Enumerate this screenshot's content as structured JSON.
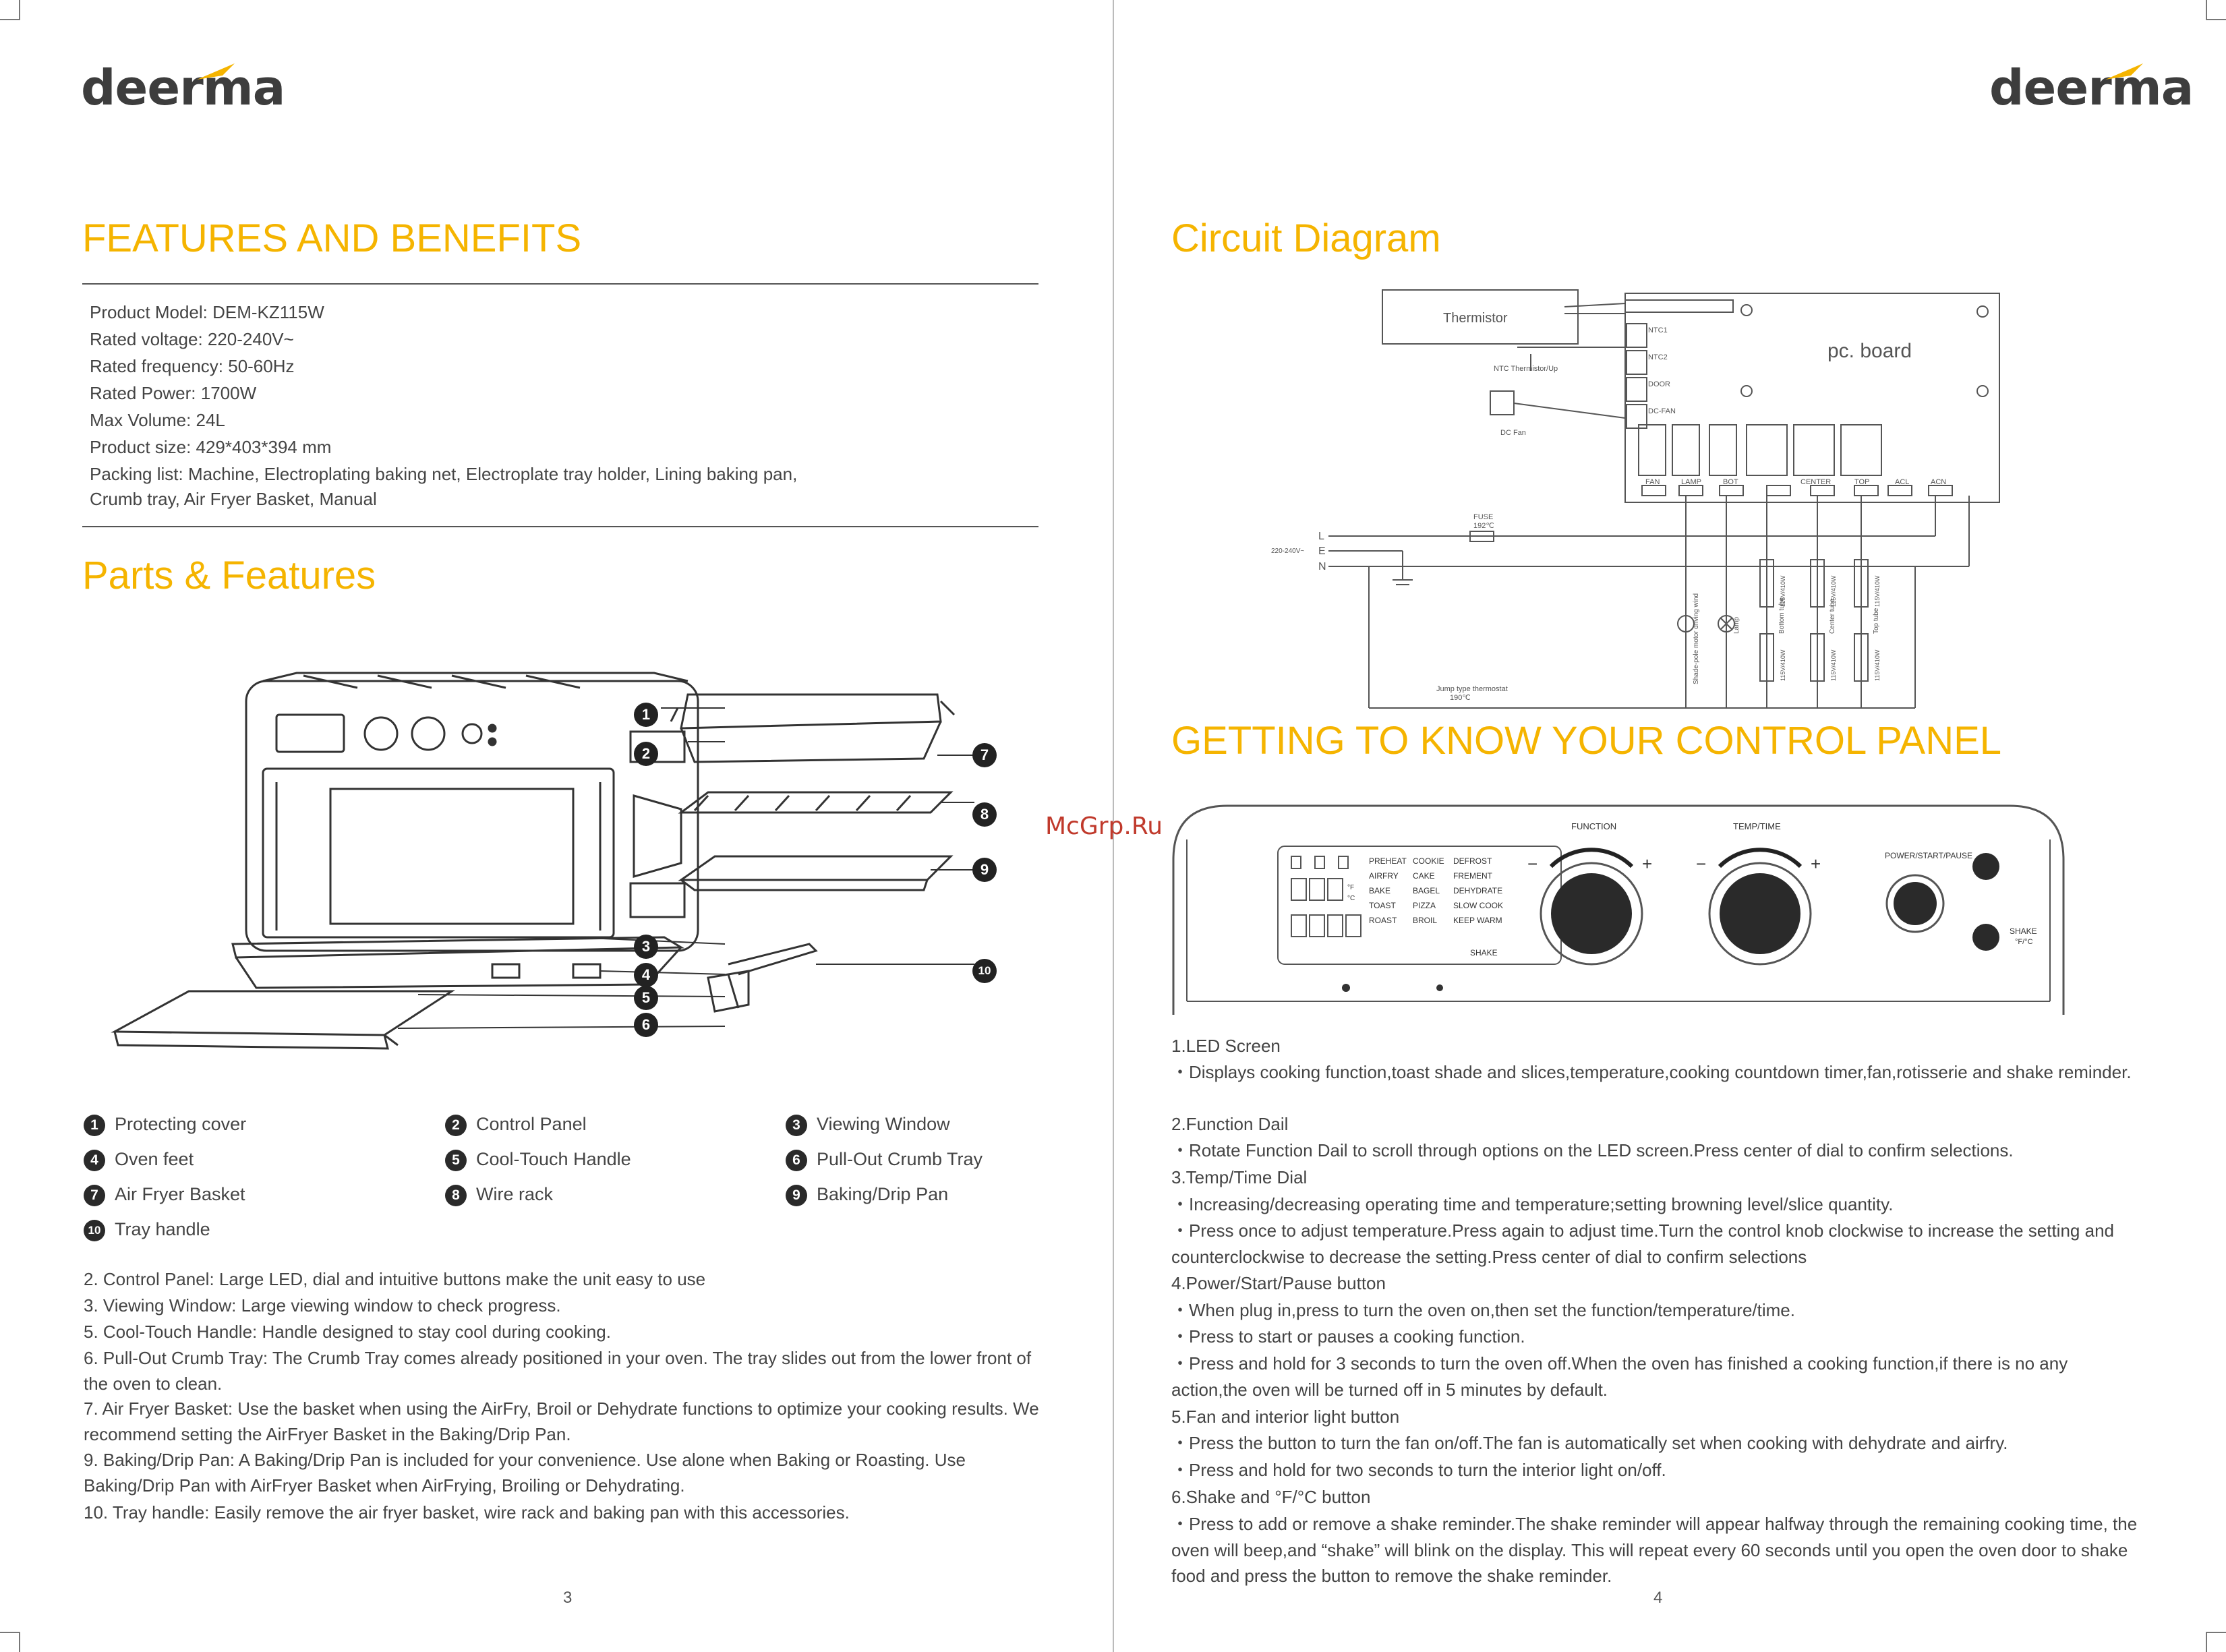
{
  "brand": {
    "logo_left": "deerma",
    "logo_right": "deerma"
  },
  "watermark": "McGrp.Ru",
  "left": {
    "title": "FEATURES AND BENEFITS",
    "specs": [
      "Product Model: DEM-KZ115W",
      "Rated voltage: 220-240V~",
      "Rated frequency: 50-60Hz",
      "Rated Power: 1700W",
      "Max Volume:   24L",
      "Product size:   429*403*394 mm",
      "Packing list: Machine, Electroplating baking net, Electroplate tray holder, Lining baking pan,",
      "Crumb tray, Air Fryer Basket, Manual"
    ],
    "parts_title": "Parts & Features",
    "legend": [
      {
        "n": "1",
        "label": "Protecting cover"
      },
      {
        "n": "2",
        "label": "Control Panel"
      },
      {
        "n": "3",
        "label": "Viewing Window"
      },
      {
        "n": "4",
        "label": "Oven feet"
      },
      {
        "n": "5",
        "label": "Cool-Touch Handle"
      },
      {
        "n": "6",
        "label": "Pull-Out Crumb Tray"
      },
      {
        "n": "7",
        "label": "Air Fryer Basket"
      },
      {
        "n": "8",
        "label": "Wire rack"
      },
      {
        "n": "9",
        "label": "Baking/Drip Pan"
      },
      {
        "n": "10",
        "label": "Tray handle"
      }
    ],
    "descriptions": [
      "2. Control Panel: Large LED, dial and intuitive buttons make the unit easy to use",
      "3. Viewing Window: Large viewing window to check progress.",
      "5. Cool-Touch Handle: Handle designed to stay cool during cooking.",
      "6. Pull-Out Crumb Tray: The Crumb Tray comes already positioned in your oven. The tray slides out from the lower front of the oven to clean.",
      "7. Air Fryer Basket: Use the basket when using the AirFry, Broil or Dehydrate functions to optimize your cooking results. We recommend setting the AirFryer Basket in the Baking/Drip Pan.",
      "9. Baking/Drip Pan: A Baking/Drip Pan is included for your convenience. Use alone when Baking or Roasting. Use Baking/Drip Pan with AirFryer Basket when AirFrying, Broiling or Dehydrating.",
      "10. Tray handle: Easily remove the air fryer basket, wire rack and baking pan with this accessories."
    ],
    "page_number": "3"
  },
  "right": {
    "circuit_title": "Circuit Diagram",
    "circuit": {
      "thermistor": "Thermistor",
      "pc_board": "pc. board",
      "ntc1": "NTC1",
      "ntc2": "NTC2",
      "door": "DOOR",
      "dcfan": "DC-FAN",
      "ntc_up": "NTC Thermistor/Up",
      "dc_fan": "DC Fan",
      "terminals": [
        "FAN",
        "LAMP",
        "BOT",
        "CENTER",
        "TOP",
        "ACL",
        "ACN"
      ],
      "fuse": "FUSE",
      "fuse_temp": "192℃",
      "line_l": "L",
      "line_e": "E",
      "line_n": "N",
      "supply": "220-240V~",
      "thermostat": "Jump type thermostat",
      "thermostat_temp": "190℃",
      "motor": "Shade-pole motor driving wind",
      "lamp": "Lamp",
      "heater_bottom": "Bottom tube",
      "heater_center": "Center tube",
      "heater_top": "Top tube",
      "heater_rating": "115V/410W"
    },
    "panel_title": "GETTING TO KNOW YOUR CONTROL PANEL",
    "panel": {
      "function": "FUNCTION",
      "temp_time": "TEMP/TIME",
      "power": "POWER/START/PAUSE",
      "shake_btn": "SHAKE",
      "shake_unit": "°F/°C",
      "lcd_col1": [
        "PREHEAT",
        "AIRFRY",
        "BAKE",
        "TOAST",
        "ROAST"
      ],
      "lcd_col2": [
        "COOKIE",
        "CAKE",
        "BAGEL",
        "PIZZA",
        "BROIL"
      ],
      "lcd_col3": [
        "DEFROST",
        "FREMENT",
        "DEHYDRATE",
        "SLOW COOK",
        "KEEP WARM"
      ],
      "lcd_shake": "SHAKE",
      "lcd_f": "°F",
      "lcd_c": "°C",
      "minus": "−",
      "plus": "+"
    },
    "items": [
      {
        "t": "h",
        "text": "1.LED Screen"
      },
      {
        "t": "b",
        "text": "・Displays cooking function,toast shade and slices,temperature,cooking countdown timer,fan,rotisserie and shake reminder."
      },
      {
        "t": "h",
        "text": "2.Function Dail"
      },
      {
        "t": "b",
        "text": "・Rotate Function Dail to scroll through options on the LED screen.Press center of dial to confirm selections."
      },
      {
        "t": "h",
        "text": "3.Temp/Time Dial"
      },
      {
        "t": "b",
        "text": "・Increasing/decreasing operating time and temperature;setting browning level/slice quantity."
      },
      {
        "t": "b",
        "text": "・Press once to adjust temperature.Press again to adjust time.Turn the control knob clockwise to increase the setting and counterclockwise to decrease the setting.Press center of dial to confirm selections"
      },
      {
        "t": "h",
        "text": "4.Power/Start/Pause button"
      },
      {
        "t": "b",
        "text": "・When plug in,press to turn the oven on,then set the function/temperature/time."
      },
      {
        "t": "b",
        "text": "・Press to start or pauses a cooking function."
      },
      {
        "t": "b",
        "text": "・Press and hold for 3 seconds to turn the oven off.When the oven has finished a cooking function,if there is no any action,the oven will be turned off in 5 minutes by default."
      },
      {
        "t": "h",
        "text": "5.Fan and interior light button"
      },
      {
        "t": "b",
        "text": "・Press the button to turn the fan on/off.The fan is automatically set when cooking with dehydrate and airfry."
      },
      {
        "t": "b",
        "text": "・Press and hold for two seconds to turn the interior light on/off."
      },
      {
        "t": "h",
        "text": "6.Shake and °F/°C button"
      },
      {
        "t": "b",
        "text": "・Press to add or remove a shake reminder.The shake reminder will appear halfway through the remaining cooking time, the oven will beep,and “shake” will blink on the display. This will repeat every 60 seconds until you open the oven door to shake food and press the button to remove the shake reminder."
      }
    ],
    "page_number": "4"
  }
}
